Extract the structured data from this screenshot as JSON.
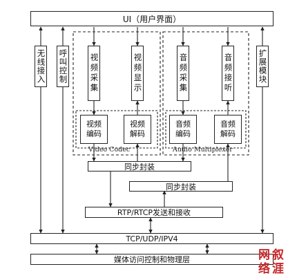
{
  "ui_bar": "UI（用户界面）",
  "side_left": [
    "无线接入",
    "呼叫控制"
  ],
  "side_right": "扩展模块",
  "video_cols": [
    "视频采集",
    "视频显示"
  ],
  "audio_cols": [
    "音频采集",
    "音频接听"
  ],
  "codecs": {
    "video_encode": [
      "视频",
      "编码"
    ],
    "video_decode": [
      "视频",
      "解码"
    ],
    "audio_encode": [
      "音频",
      "编码"
    ],
    "audio_decode": [
      "音频",
      "解码"
    ]
  },
  "group_labels": {
    "video": "Video Codec",
    "audio": "Audio Multiplexer"
  },
  "sync1": "同步封装",
  "sync2": "同步封装",
  "rtp": "RTP/RTCP发送和接收",
  "tcp": "TCP/UDP/IPV4",
  "mac": "媒体访问控制和物理层",
  "watermark": [
    "网",
    "叙",
    "络",
    "涯"
  ],
  "colors": {
    "line": "#222222",
    "watermark": "#c8282b"
  }
}
